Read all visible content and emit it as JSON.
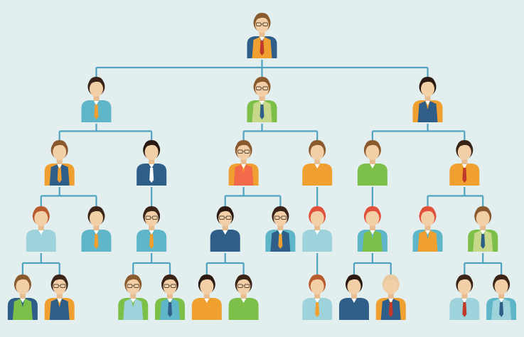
{
  "diagram": {
    "type": "org-chart",
    "background_color": "#e3efef",
    "connector_color": "#4fa3c0",
    "root": {
      "role": "executive",
      "hair": "#8a5a2e",
      "glasses": true,
      "shirt": "#2f5f88",
      "vest": "#f0a030",
      "tie": "#c0392b",
      "children": [
        {
          "role": "manager",
          "hair": "#3a2418",
          "glasses": false,
          "shirt": "#5eb6c8",
          "vest": "#5eb6c8",
          "tie": "#f0a030",
          "children": [
            {
              "role": "lead",
              "hair": "#8a5a2e",
              "glasses": false,
              "shirt": "#f0a030",
              "vest": "#2f5f88",
              "tie": "#f0a030",
              "children": [
                {
                  "role": "staff",
                  "hair": "#b85c2e",
                  "glasses": false,
                  "shirt": "#9fd3dc",
                  "vest": "#9fd3dc",
                  "tie": null,
                  "children": [
                    {
                      "role": "staff",
                      "hair": "#8a5a2e",
                      "glasses": false,
                      "shirt": "#2f5f88",
                      "vest": "#7cc04a",
                      "tie": null
                    },
                    {
                      "role": "staff",
                      "hair": "#3a2418",
                      "glasses": true,
                      "shirt": "#f0a030",
                      "vest": "#2f5f88",
                      "tie": null
                    }
                  ]
                },
                {
                  "role": "staff",
                  "hair": "#3a2418",
                  "glasses": false,
                  "shirt": "#5eb6c8",
                  "vest": "#5eb6c8",
                  "tie": "#f0a030"
                }
              ]
            },
            {
              "role": "lead",
              "hair": "#2a1a12",
              "glasses": false,
              "shirt": "#2f5f88",
              "vest": "#2f5f88",
              "tie": "#ffffff",
              "children": [
                {
                  "role": "staff",
                  "hair": "#3a2418",
                  "glasses": true,
                  "shirt": "#5eb6c8",
                  "vest": "#5eb6c8",
                  "tie": "#f0a030",
                  "children": [
                    {
                      "role": "staff",
                      "hair": "#8a5a2e",
                      "glasses": true,
                      "shirt": "#7cc04a",
                      "vest": "#9fd3dc",
                      "tie": null
                    },
                    {
                      "role": "staff",
                      "hair": "#3a2418",
                      "glasses": true,
                      "shirt": "#7cc04a",
                      "vest": "#5eb6c8",
                      "tie": "#2f5f88"
                    }
                  ]
                }
              ]
            }
          ]
        },
        {
          "role": "manager",
          "hair": "#8a5a2e",
          "glasses": true,
          "shirt": "#7cc04a",
          "vest": "#c8d88a",
          "tie": "#2f5f88",
          "children": [
            {
              "role": "lead",
              "hair": "#8a5a2e",
              "glasses": true,
              "shirt": "#f0a030",
              "vest": "#f26a4a",
              "tie": null,
              "children": [
                {
                  "role": "staff",
                  "hair": "#2a1a12",
                  "glasses": true,
                  "shirt": "#2f5f88",
                  "vest": "#2f5f88",
                  "tie": null,
                  "children": [
                    {
                      "role": "staff",
                      "hair": "#2a1a12",
                      "glasses": false,
                      "shirt": "#f0a030",
                      "vest": "#f0a030",
                      "tie": null
                    },
                    {
                      "role": "staff",
                      "hair": "#3a2418",
                      "glasses": true,
                      "shirt": "#7cc04a",
                      "vest": "#7cc04a",
                      "tie": null
                    }
                  ]
                },
                {
                  "role": "staff",
                  "hair": "#3a2418",
                  "glasses": true,
                  "shirt": "#5eb6c8",
                  "vest": "#2f5f88",
                  "tie": "#f0a030"
                }
              ]
            },
            {
              "role": "lead",
              "hair": "#8a5a2e",
              "glasses": false,
              "shirt": "#f0a030",
              "vest": "#f0a030",
              "tie": null,
              "children": [
                {
                  "role": "staff",
                  "hair": "#e0503a",
                  "glasses": false,
                  "shirt": "#9fd3dc",
                  "vest": "#9fd3dc",
                  "tie": null,
                  "children": [
                    {
                      "role": "staff",
                      "hair": "#b85c2e",
                      "glasses": false,
                      "shirt": "#9fd3dc",
                      "vest": "#9fd3dc",
                      "tie": "#f0a030"
                    }
                  ]
                }
              ]
            }
          ]
        },
        {
          "role": "manager",
          "hair": "#2a1a12",
          "glasses": false,
          "shirt": "#f0a030",
          "vest": "#2f5f88",
          "tie": null,
          "children": [
            {
              "role": "lead",
              "hair": "#8a5a2e",
              "glasses": false,
              "shirt": "#7cc04a",
              "vest": "#7cc04a",
              "tie": null,
              "children": [
                {
                  "role": "staff",
                  "hair": "#e0503a",
                  "glasses": false,
                  "shirt": "#5eb6c8",
                  "vest": "#7cc04a",
                  "tie": null,
                  "children": [
                    {
                      "role": "staff",
                      "hair": "#2a1a12",
                      "glasses": false,
                      "shirt": "#2f5f88",
                      "vest": "#2f5f88",
                      "tie": null
                    },
                    {
                      "role": "staff",
                      "hair": "#e8c9a0",
                      "glasses": false,
                      "shirt": "#f0a030",
                      "vest": "#2f5f88",
                      "tie": "#c0392b"
                    }
                  ]
                }
              ]
            },
            {
              "role": "lead",
              "hair": "#3a2418",
              "glasses": false,
              "shirt": "#f0a030",
              "vest": "#f0a030",
              "tie": "#c0392b",
              "children": [
                {
                  "role": "staff",
                  "hair": "#e0503a",
                  "glasses": false,
                  "shirt": "#5eb6c8",
                  "vest": "#f0a030",
                  "tie": null
                },
                {
                  "role": "staff",
                  "hair": "#8a5a2e",
                  "glasses": false,
                  "shirt": "#7cc04a",
                  "vest": "#c8d88a",
                  "tie": "#2f5f88",
                  "children": [
                    {
                      "role": "staff",
                      "hair": "#3a2418",
                      "glasses": false,
                      "shirt": "#9fd3dc",
                      "vest": "#9fd3dc",
                      "tie": "#c0392b"
                    },
                    {
                      "role": "staff",
                      "hair": "#3a2418",
                      "glasses": false,
                      "shirt": "#5eb6c8",
                      "vest": "#9fd3dc",
                      "tie": "#2f5f88"
                    }
                  ]
                }
              ]
            }
          ]
        }
      ]
    }
  }
}
